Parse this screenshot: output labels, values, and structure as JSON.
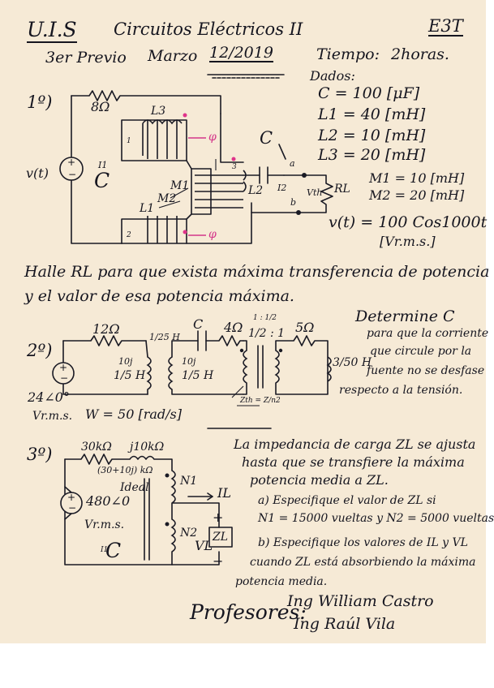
{
  "header": {
    "school": "U.I.S",
    "course": "Circuitos Eléctricos II",
    "code": "E3T",
    "exam": "3er Previo",
    "month": "Marzo",
    "date": "12/2019",
    "time_label": "Tiempo:",
    "time_value": "2horas."
  },
  "problem1": {
    "number": "1º)",
    "dados_title": "Dados:",
    "givens": [
      "C = 100 [μF]",
      "L1 = 40 [mH]",
      "L2 = 10 [mH]",
      "L3 = 20 [mH]"
    ],
    "mutuals": [
      "M1 = 10 [mH]",
      "M2 = 20 [mH]"
    ],
    "source": "v(t) = 100 Cos1000t",
    "source_units": "[Vr.m.s.]",
    "labels": {
      "resistor": "8Ω",
      "L3": "L3",
      "L1": "L1",
      "L2": "L2",
      "M1": "M1",
      "M2": "M2",
      "C": "C",
      "RL": "RL",
      "vt": "v(t)",
      "a": "a",
      "b": "b",
      "phi": "φ",
      "I1": "I1",
      "I2": "I2",
      "Vth": "Vth",
      "loop1": "C",
      "node1": "1",
      "node2": "2",
      "node3": "3"
    },
    "statement_l1": "Halle RL para que exista máxima transferencia de potencia",
    "statement_l2": "y el valor de esa potencia máxima."
  },
  "problem2": {
    "number": "2º)",
    "labels": {
      "r1": "12Ω",
      "l_top": "1/25 H",
      "l_left": "1/5 H",
      "l_right": "1/5 H",
      "x_left": "10j",
      "x_right": "10j",
      "c": "C",
      "r2": "4Ω",
      "ratio_top": "1 : 1/2",
      "ratio": "1/2 : 1",
      "r3": "5Ω",
      "l_end": "3/50 H",
      "source": "24∠0°",
      "units": "Vr.m.s.",
      "omega": "W = 50 [rad/s]",
      "zth": "Zth = Z/n2"
    },
    "statement": [
      "Determine C",
      "para que la corriente",
      "que circule por la",
      "fuente no se desfase",
      "respecto a la tensión."
    ]
  },
  "problem3": {
    "number": "3º)",
    "labels": {
      "r": "30kΩ",
      "x": "j10kΩ",
      "z": "(30+10j) kΩ",
      "ideal": "Ideal",
      "source": "480∠0",
      "units": "Vr.m.s.",
      "n1": "N1",
      "n2": "N2",
      "il": "IL",
      "zl": "ZL",
      "vl": "VL",
      "loop": "C",
      "i1": "I1",
      "plus": "+",
      "minus": "−"
    },
    "statement": [
      "La impedancia de carga ZL se ajusta",
      "hasta que se transfiere la máxima",
      "potencia media a ZL.",
      "a) Especifique el valor de ZL si",
      "N1 = 15000 vueltas y N2 = 5000 vueltas",
      "b) Especifique los valores de IL y VL",
      "cuando ZL está absorbiendo la máxima",
      "potencia media."
    ]
  },
  "footer": {
    "label": "Profesores:",
    "prof1": "Ing William Castro",
    "prof2": "Ing Raúl Vila"
  },
  "colors": {
    "paper": "#f6ead6",
    "ink": "#15151f",
    "accent": "#e0348a",
    "margin": "#ffffff"
  }
}
